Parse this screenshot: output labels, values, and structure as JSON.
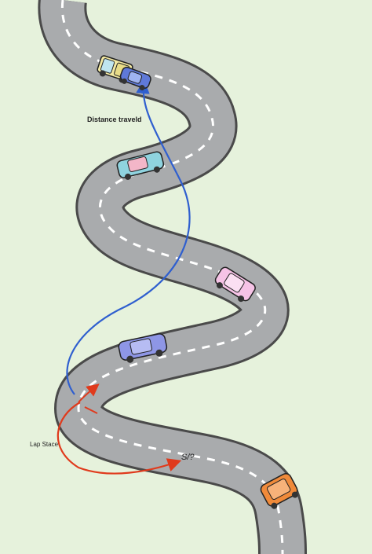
{
  "labels": {
    "distance": "Distance traveld",
    "lap": "Lap Stace",
    "scribble": "S/?"
  },
  "colors": {
    "background": "#e6f2dc",
    "road": "#a9abad",
    "road_edge": "#4a4a4a",
    "lane": "#ffffff",
    "distance_arrow": "#2f5fcf",
    "lap_arrow": "#e03a1c"
  },
  "cars": [
    {
      "name": "car-yellow-truck",
      "color": "#f3e9a2"
    },
    {
      "name": "car-blue-sedan-top",
      "color": "#5f79d8"
    },
    {
      "name": "car-teal",
      "color": "#8fd3df"
    },
    {
      "name": "car-pink",
      "color": "#f6c3e6"
    },
    {
      "name": "car-purple",
      "color": "#8e96e6"
    },
    {
      "name": "car-orange",
      "color": "#f08a3a"
    }
  ]
}
